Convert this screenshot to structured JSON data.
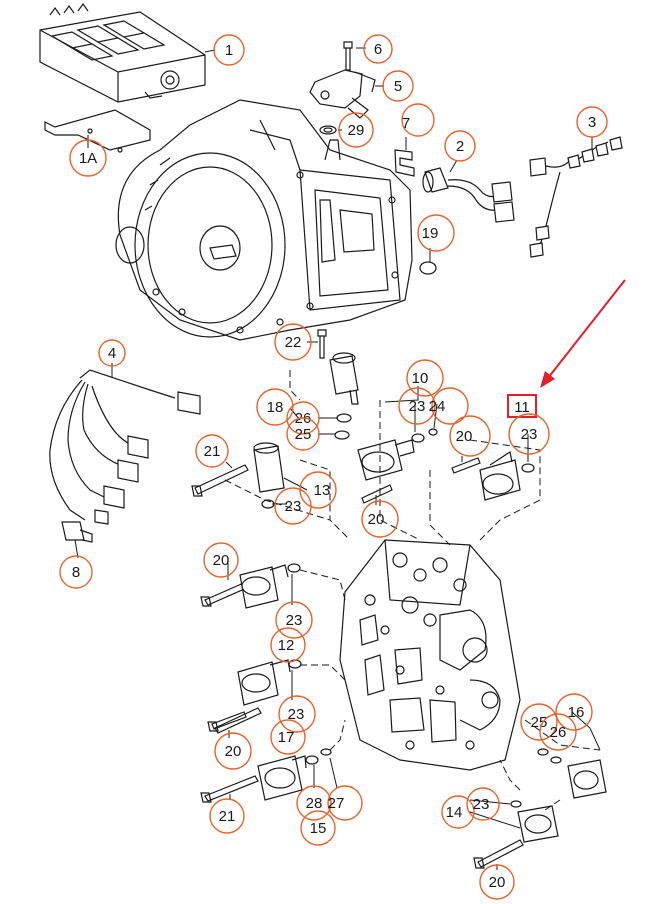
{
  "callouts": [
    "1",
    "1A",
    "6",
    "5",
    "29",
    "7",
    "2",
    "3",
    "19",
    "22",
    "4",
    "10",
    "18",
    "26",
    "25",
    "23",
    "24",
    "11",
    "20",
    "21",
    "13",
    "8",
    "12",
    "17",
    "28",
    "27",
    "15",
    "14",
    "16"
  ],
  "highlight_label": "11",
  "colors": {
    "callout": "#e8632c",
    "highlight": "#e0202a",
    "arrow": "#e0202a",
    "line": "#1a1a1a"
  }
}
